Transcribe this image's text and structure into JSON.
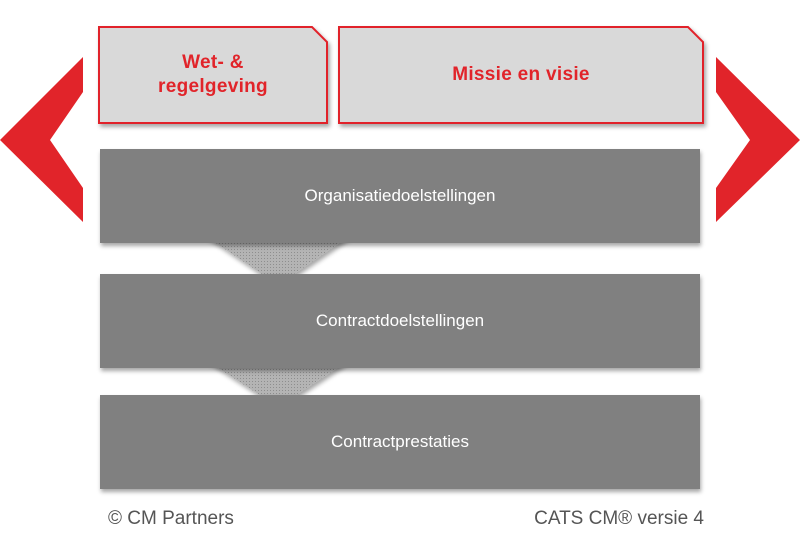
{
  "colors": {
    "accent_red": "#e1242a",
    "top_box_fill": "#d9d9d9",
    "layer_fill": "#808080",
    "connector_fill": "#a8a8a8",
    "footer_text": "#555555"
  },
  "diagram": {
    "top_boxes": [
      {
        "line1": "Wet- &",
        "line2": "regelgeving"
      },
      {
        "label": "Missie en visie"
      }
    ],
    "layers": [
      {
        "label": "Organisatiedoelstellingen"
      },
      {
        "label": "Contractdoelstellingen"
      },
      {
        "label": "Contractprestaties"
      }
    ]
  },
  "footer": {
    "left": "© CM Partners",
    "right": "CATS CM® versie 4"
  }
}
